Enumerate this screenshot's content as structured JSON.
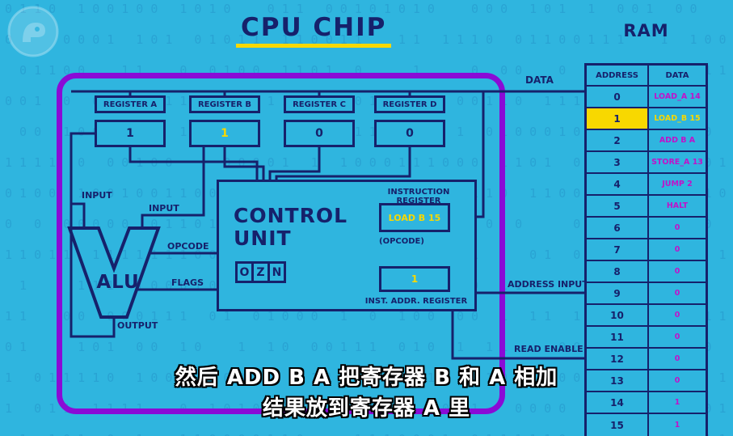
{
  "colors": {
    "background": "#2FB5DF",
    "navy": "#16216B",
    "purple": "#8A0BD6",
    "yellow": "#F8D800",
    "magenta": "#C013C9"
  },
  "title": "CPU CHIP",
  "cpu": {
    "registers": [
      {
        "label": "REGISTER A",
        "value": "1",
        "highlight": false
      },
      {
        "label": "REGISTER B",
        "value": "1",
        "highlight": true
      },
      {
        "label": "REGISTER C",
        "value": "0",
        "highlight": false
      },
      {
        "label": "REGISTER D",
        "value": "0",
        "highlight": false
      }
    ],
    "control_unit": {
      "title": "CONTROL UNIT",
      "instruction_register_label": "INSTRUCTION REGISTER",
      "instruction_value": "LOAD B 15",
      "opcode_caption": "(OPCODE)",
      "flags": [
        "O",
        "Z",
        "N"
      ],
      "inst_addr_value": "1",
      "inst_addr_label": "INST. ADDR. REGISTER"
    },
    "alu": {
      "label": "ALU",
      "input1": "INPUT",
      "input2": "INPUT",
      "opcode": "OPCODE",
      "flags": "FLAGS",
      "output": "OUTPUT"
    }
  },
  "buses": {
    "data": "DATA",
    "address_input": "ADDRESS INPUT",
    "read_enable": "READ ENABLE"
  },
  "ram": {
    "title": "RAM",
    "headers": [
      "ADDRESS",
      "DATA"
    ],
    "rows": [
      {
        "address": "0",
        "data": "LOAD_A 14",
        "highlight": false
      },
      {
        "address": "1",
        "data": "LOAD_B 15",
        "highlight": true
      },
      {
        "address": "2",
        "data": "ADD B A",
        "highlight": false
      },
      {
        "address": "3",
        "data": "STORE_A 13",
        "highlight": false
      },
      {
        "address": "4",
        "data": "JUMP 2",
        "highlight": false
      },
      {
        "address": "5",
        "data": "HALT",
        "highlight": false
      },
      {
        "address": "6",
        "data": "0",
        "highlight": false
      },
      {
        "address": "7",
        "data": "0",
        "highlight": false
      },
      {
        "address": "8",
        "data": "0",
        "highlight": false
      },
      {
        "address": "9",
        "data": "0",
        "highlight": false
      },
      {
        "address": "10",
        "data": "0",
        "highlight": false
      },
      {
        "address": "11",
        "data": "0",
        "highlight": false
      },
      {
        "address": "12",
        "data": "0",
        "highlight": false
      },
      {
        "address": "13",
        "data": "0",
        "highlight": false
      },
      {
        "address": "14",
        "data": "1",
        "highlight": false
      },
      {
        "address": "15",
        "data": "1",
        "highlight": false
      }
    ]
  },
  "subtitles": [
    "然后 ADD B A 把寄存器 B 和 A 相加",
    "结果放到寄存器 A 里"
  ]
}
